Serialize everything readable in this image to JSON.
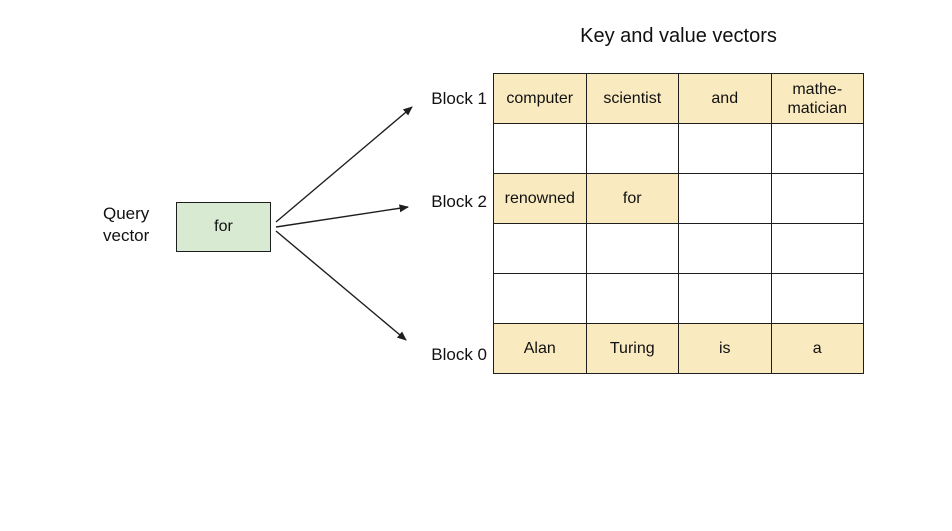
{
  "title": "Key and value vectors",
  "query": {
    "label": "Query\nvector",
    "value": "for"
  },
  "blocks": [
    {
      "label": "Block 1"
    },
    {
      "label": "Block 2"
    },
    {
      "label": "Block 0"
    }
  ],
  "table": {
    "columns": 4,
    "rows": [
      {
        "cells": [
          {
            "text": "computer",
            "filled": true
          },
          {
            "text": "scientist",
            "filled": true
          },
          {
            "text": "and",
            "filled": true
          },
          {
            "text": "mathe-\nmatician",
            "filled": true
          }
        ]
      },
      {
        "cells": [
          {
            "text": "",
            "filled": false
          },
          {
            "text": "",
            "filled": false
          },
          {
            "text": "",
            "filled": false
          },
          {
            "text": "",
            "filled": false
          }
        ]
      },
      {
        "cells": [
          {
            "text": "renowned",
            "filled": true
          },
          {
            "text": "for",
            "filled": true
          },
          {
            "text": "",
            "filled": false
          },
          {
            "text": "",
            "filled": false
          }
        ]
      },
      {
        "cells": [
          {
            "text": "",
            "filled": false
          },
          {
            "text": "",
            "filled": false
          },
          {
            "text": "",
            "filled": false
          },
          {
            "text": "",
            "filled": false
          }
        ]
      },
      {
        "cells": [
          {
            "text": "",
            "filled": false
          },
          {
            "text": "",
            "filled": false
          },
          {
            "text": "",
            "filled": false
          },
          {
            "text": "",
            "filled": false
          }
        ]
      },
      {
        "cells": [
          {
            "text": "Alan",
            "filled": true
          },
          {
            "text": "Turing",
            "filled": true
          },
          {
            "text": "is",
            "filled": true
          },
          {
            "text": "a",
            "filled": true
          }
        ]
      }
    ]
  },
  "colors": {
    "cell_fill": "#f9eabf",
    "query_fill": "#d9ead3",
    "line": "#1e1e1e",
    "text": "#111111"
  }
}
